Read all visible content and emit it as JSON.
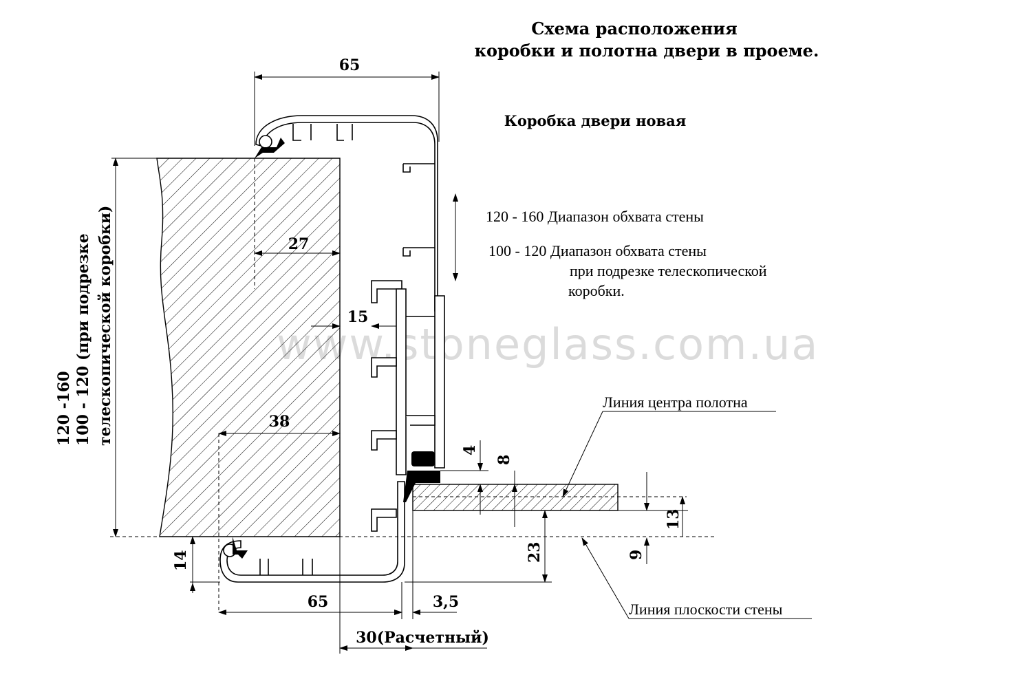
{
  "title": {
    "line1": "Схема расположения",
    "line2": "коробки и полотна двери в проеме."
  },
  "subtitle": "Коробка двери  новая",
  "notes": {
    "range_full": "120 - 160  Диапазон обхвата стены",
    "range_cut_line1": "100 - 120  Диапазон обхвата стены",
    "range_cut_line2": "при подрезке телескопической",
    "range_cut_line3": "коробки."
  },
  "dimensions": {
    "top_width": "65",
    "d27": "27",
    "d15": "15",
    "d38": "38",
    "bottom_width": "65",
    "d3_5": "3,5",
    "d30": "30(Расчетный)",
    "d14": "14",
    "d4": "4",
    "d8": "8",
    "d23": "23",
    "d13": "13",
    "d9": "9"
  },
  "vertical_label": {
    "line1": "120 -160",
    "line2": "100 - 120 (при  подрезке",
    "line3": "телескопической коробки)"
  },
  "labels": {
    "center_line": "Линия центра полотна",
    "wall_plane": "Линия плоскости стены"
  },
  "watermark": "www.stoneglass.com.ua"
}
